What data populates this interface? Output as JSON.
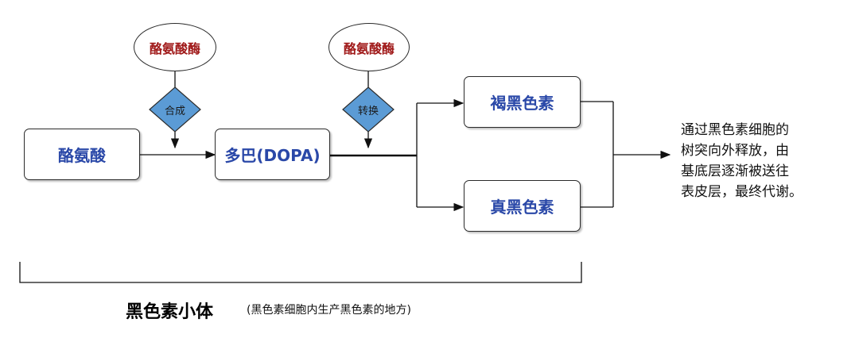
{
  "nodes": {
    "tyrosine": "酪氨酸",
    "dopa": "多巴(DOPA)",
    "brown_melanin": "褐黑色素",
    "true_melanin": "真黑色素"
  },
  "enzymes": {
    "enzyme1": "酪氨酸酶",
    "enzyme2": "酪氨酸酶"
  },
  "steps": {
    "synthesis": "合成",
    "conversion": "转换"
  },
  "note_lines": [
    "通过黑色素细胞的",
    "树突向外释放，由",
    "基底层逐渐被送往",
    "表皮层，最终代谢。"
  ],
  "footer": {
    "title": "黑色素小体",
    "subtitle": "(黑色素细胞内生产黑色素的地方)"
  },
  "colors": {
    "node_text": "#2a48a8",
    "enzyme_text": "#a01a1a",
    "diamond_fill": "#5b9bd5"
  }
}
